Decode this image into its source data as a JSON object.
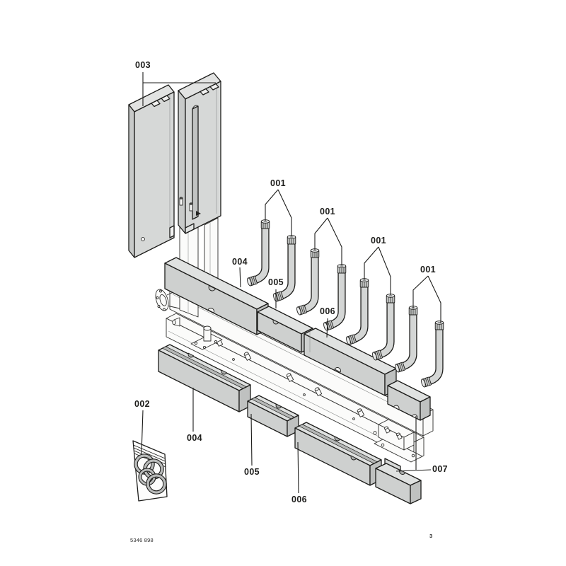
{
  "document": {
    "kind": "exploded-parts-diagram",
    "footer": {
      "document_code": "5346 898",
      "page_number": "3"
    }
  },
  "callouts": {
    "c003": "003",
    "c001a": "001",
    "c001b": "001",
    "c001c": "001",
    "c001d": "001",
    "c004_upper": "004",
    "c005_upper": "005",
    "c006_upper": "006",
    "c002": "002",
    "c004_lower": "004",
    "c005_lower": "005",
    "c006_lower": "006",
    "c007": "007"
  },
  "parts_shown": [
    "001",
    "002",
    "003",
    "004",
    "005",
    "006",
    "007"
  ],
  "icons": {
    "oring_bag": "bag-with-o-rings-icon"
  },
  "colors": {
    "background": "#ffffff",
    "outline": "#1d1d1b",
    "insulation_top": "#e0e2e1",
    "insulation_front": "#ced0cf",
    "insulation_end": "#bfc1c0",
    "metal_white": "#fbfbfa",
    "pipe_fill": "#d4d6d5"
  }
}
